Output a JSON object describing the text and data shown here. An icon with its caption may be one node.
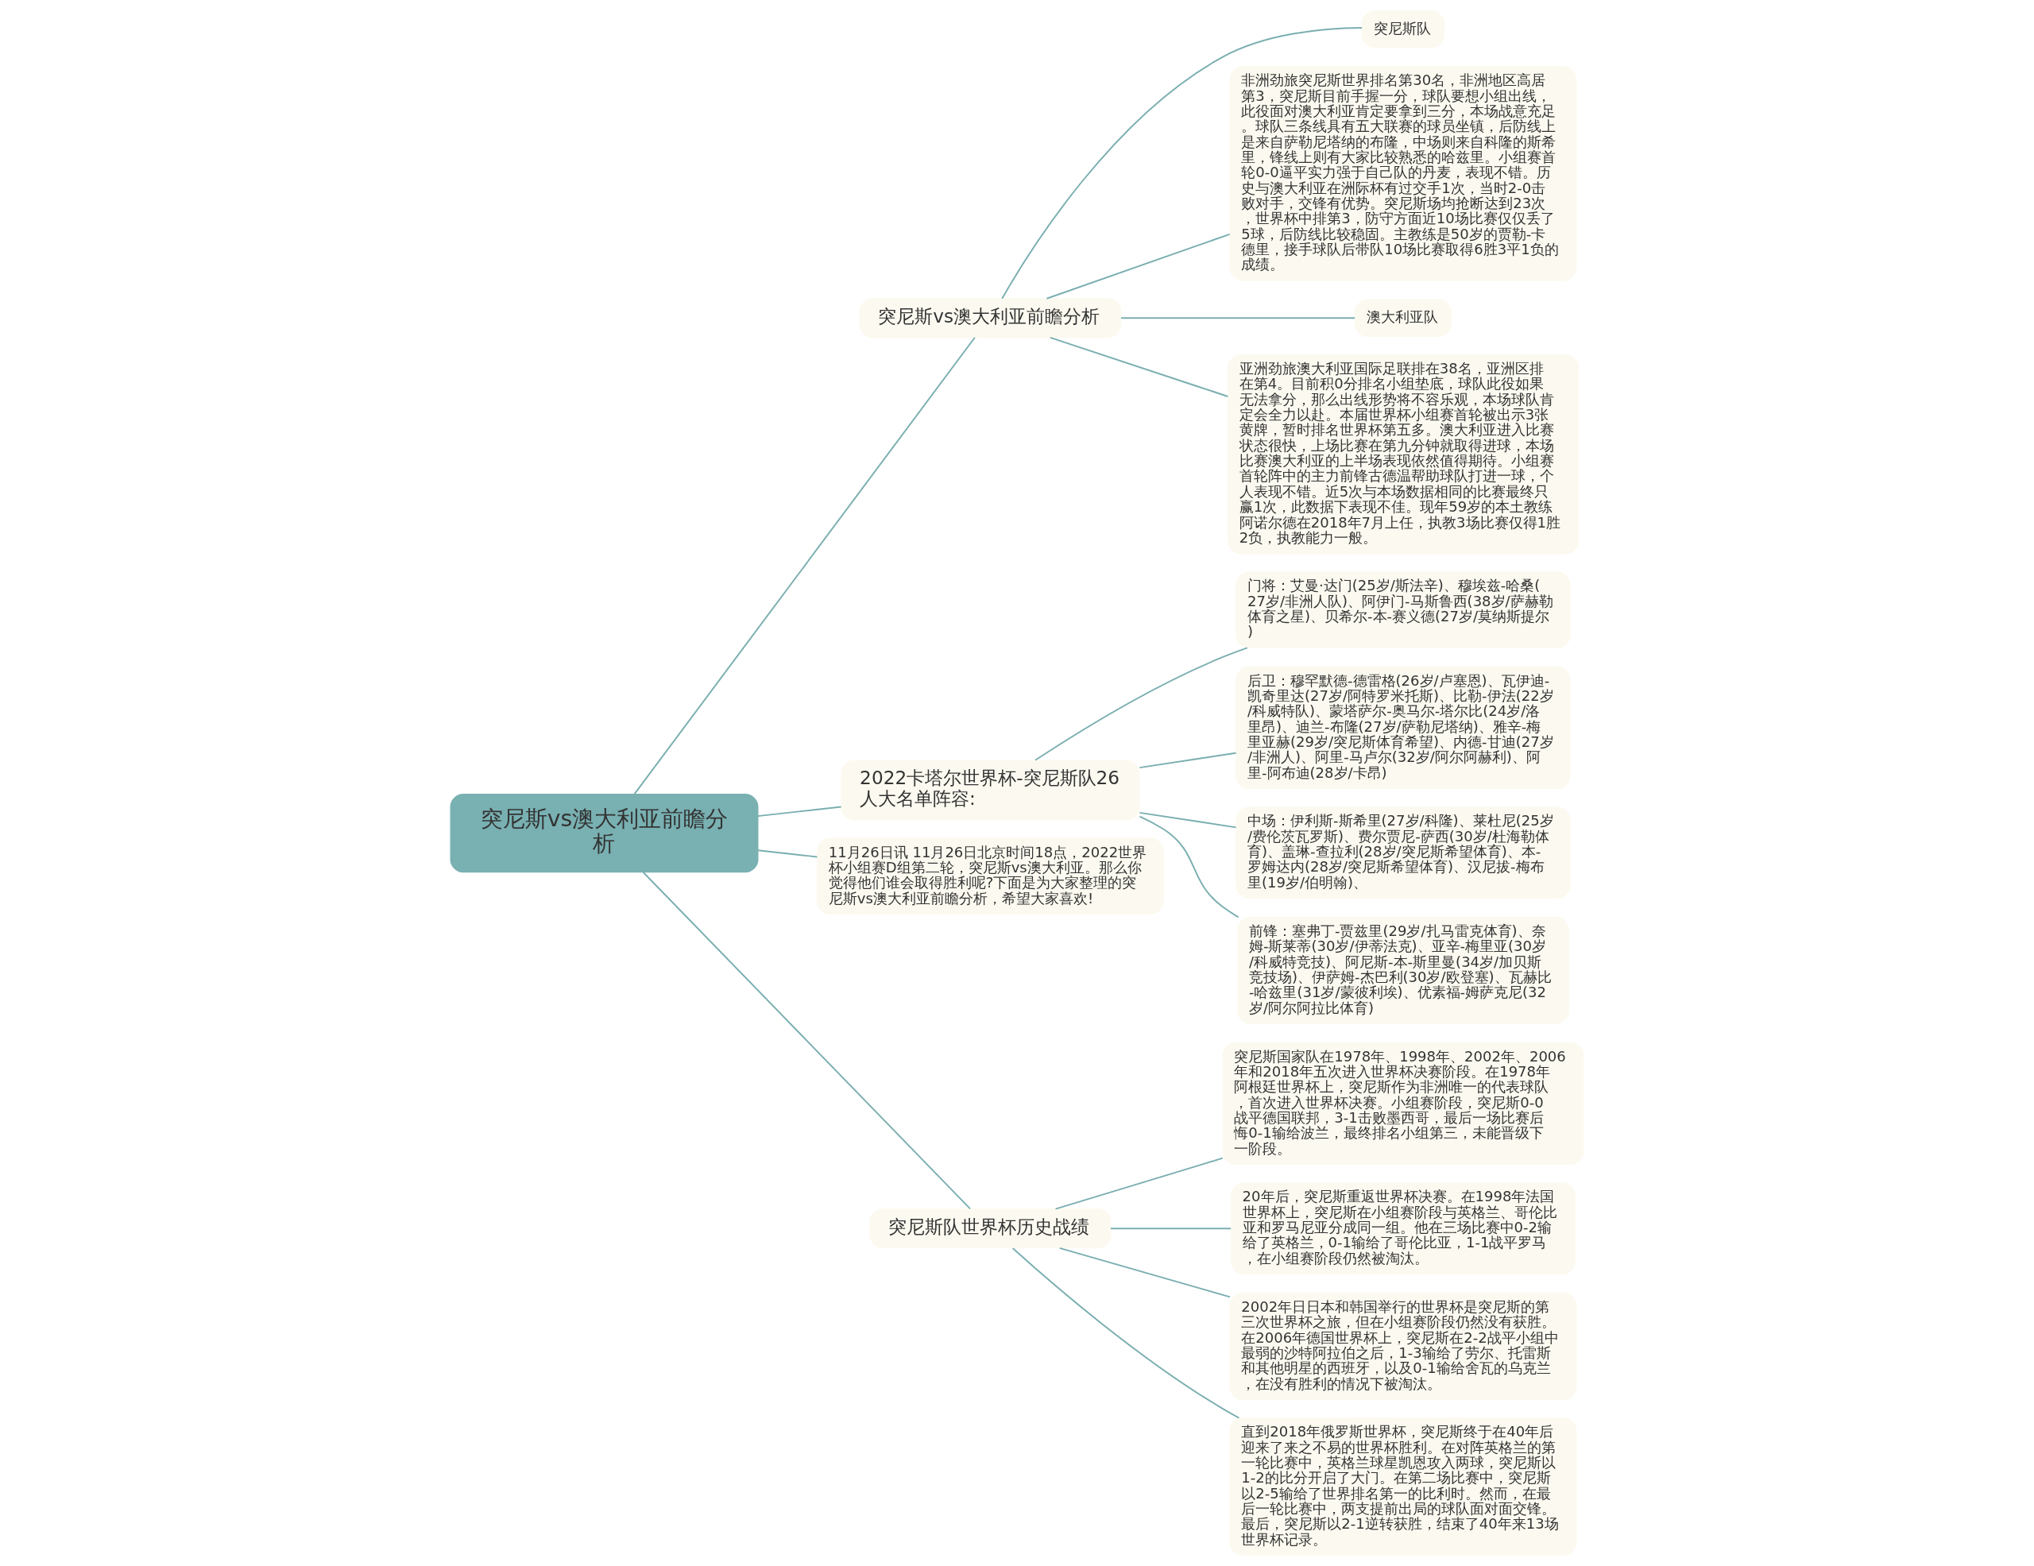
{
  "diagram": {
    "nodes": [
      {
        "text": [
          "突尼斯vs澳大利亚前瞻分析"
        ]
      },
      {
        "text": [
          "突尼斯vs澳大利亚前瞻分析"
        ]
      },
      {
        "text": [
          "突尼斯队"
        ]
      },
      {
        "text": [
          "非洲劲旅突尼斯世界排名第30名，非洲地区高居第3，突尼斯目前手握一分，球队要想小组出线，此役面对澳大利亚肯定要拿到三分，本场战意充足。球队三条线具有五大联赛的球员坐镇，后防线上是来自萨勒尼塔纳的布隆，中场则来自科隆的斯希里，锋线上则有大家比较熟悉的哈兹里。小组赛首轮0-0逼平实力强于自己队的丹麦，表现不错。历史与澳大利亚在洲际杯有过交手1次，当时2-0击败对手，交锋有优势。突尼斯场均抢断达到23次，世界杯中排第3，防守方面近10场比赛仅仅丢了5球，后防线比较稳固。主教练是50岁的贾勒-卡德里，接手球队后带队10场比赛取得6胜3平1负的成绩。"
        ]
      },
      {
        "text": [
          "澳大利亚队"
        ]
      },
      {
        "text": [
          "亚洲劲旅澳大利亚国际足联排在38名，亚洲区排在第4。目前积0分排名小组垫底，球队此役如果无法拿分，那么出线形势将不容乐观，本场球队肯定会全力以赴。本届世界杯小组赛首轮被出示3张黄牌，暂时排名世界杯第五多。澳大利亚进入比赛状态很快，上场比赛在第九分钟就取得进球，本场比赛澳大利亚的上半场表现依然值得期待。小组赛首轮阵中的主力前锋古德温帮助球队打进一球，个人表现不错。近5次与本场数据相同的比赛最终只赢1次，此数据下表现不佳。现年59岁的本土教练阿诺尔德在2018年7月上任，执教3场比赛仅得1胜2负，执教能力一般。"
        ]
      },
      {
        "text": [
          "2022卡塔尔世界杯-突尼斯队26人大名单阵容:"
        ]
      },
      {
        "text": [
          "门将：艾曼·达门(25岁/斯法辛)、穆埃兹-哈桑(27岁/非洲人队)、阿伊门-马斯鲁西(38岁/萨赫勒体育之星)、贝希尔-本-赛义德(27岁/莫纳斯提尔)"
        ]
      },
      {
        "text": [
          "后卫：穆罕默德-德雷格(26岁/卢塞恩)、瓦伊迪-凯奇里达(27岁/阿特罗米托斯)、比勒-伊法(22岁/科威特队)、蒙塔萨尔-奥马尔-塔尔比(24岁/洛里昂)、迪兰-布隆(27岁/萨勒尼塔纳)、雅辛-梅里亚赫(29岁/突尼斯体育希望)、内德-甘迪(27岁/非洲人)、阿里-马卢尔(32岁/阿尔阿赫利)、阿里-阿布迪(28岁/卡昂)"
        ]
      },
      {
        "text": [
          "中场：伊利斯-斯希里(27岁/科隆)、莱杜尼(25岁/费伦茨瓦罗斯)、费尔贾尼-萨西(30岁/杜海勒体育)、盖琳-查拉利(28岁/突尼斯希望体育)、本-罗姆达内(28岁/突尼斯希望体育)、汉尼拔-梅布里(19岁/伯明翰)、"
        ]
      },
      {
        "text": [
          "前锋：塞弗丁-贾兹里(29岁/扎马雷克体育)、奈姆-斯莱蒂(30岁/伊蒂法克)、亚辛-梅里亚(30岁/科威特竞技)、阿尼斯-本-斯里曼(34岁/加贝斯竞技场)、伊萨姆-杰巴利(30岁/欧登塞)、瓦赫比-哈兹里(31岁/蒙彼利埃)、优素福-姆萨克尼(32岁/阿尔阿拉比体育)"
        ]
      },
      {
        "text": [
          "11月26日讯 11月26日北京时间18点，2022世界杯小组赛D组第二轮，突尼斯vs澳大利亚。那么你觉得他们谁会取得胜利呢?下面是为大家整理的突尼斯vs澳大利亚前瞻分析，希望大家喜欢!"
        ]
      },
      {
        "text": [
          "突尼斯队世界杯历史战绩"
        ]
      },
      {
        "text": [
          "突尼斯国家队在1978年、1998年、2002年、2006年和2018年五次进入世界杯决赛阶段。在1978年阿根廷世界杯上，突尼斯作为非洲唯一的代表球队，首次进入世界杯决赛。小组赛阶段，突尼斯0-0战平德国联邦，3-1击败墨西哥，最后一场比赛后悔0-1输给波兰，最终排名小组第三，未能晋级下一阶段。"
        ]
      },
      {
        "text": [
          "20年后，突尼斯重返世界杯决赛。在1998年法国世界杯上，突尼斯在小组赛阶段与英格兰、哥伦比亚和罗马尼亚分成同一组。他在三场比赛中0-2输给了英格兰，0-1输给了哥伦比亚，1-1战平罗马，在小组赛阶段仍然被淘汰。"
        ]
      },
      {
        "text": [
          "2002年日日本和韩国举行的世界杯是突尼斯的第三次世界杯之旅，但在小组赛阶段仍然没有获胜。在2006年德国世界杯上，突尼斯在2-2战平小组中最弱的沙特阿拉伯之后，1-3输给了劳尔、托雷斯和其他明星的西班牙，以及0-1输给舍瓦的乌克兰，在没有胜利的情况下被淘汰。"
        ]
      },
      {
        "text": [
          "直到2018年俄罗斯世界杯，突尼斯终于在40年后迎来了来之不易的世界杯胜利。在对阵英格兰的第一轮比赛中，英格兰球星凯恩攻入两球，突尼斯以1-2的比分开启了大门。在第二场比赛中，突尼斯以2-5输给了世界排名第一的比利时。然而，在最后一轮比赛中，两支提前出局的球队面对面交锋。最后，突尼斯以2-1逆转获胜，结束了40年来13场世界杯记录。"
        ]
      }
    ],
    "edges": [
      {
        "from": 0,
        "to": 1,
        "arrow": "none"
      },
      {
        "from": 1,
        "to": 2,
        "arrow": "none"
      },
      {
        "from": 1,
        "to": 3,
        "arrow": "none"
      },
      {
        "from": 1,
        "to": 4,
        "arrow": "none"
      },
      {
        "from": 1,
        "to": 5,
        "arrow": "none"
      },
      {
        "from": 0,
        "to": 6,
        "arrow": "none"
      },
      {
        "from": 6,
        "to": 7,
        "arrow": "none"
      },
      {
        "from": 6,
        "to": 8,
        "arrow": "none"
      },
      {
        "from": 6,
        "to": 9,
        "arrow": "none"
      },
      {
        "from": 6,
        "to": 10,
        "arrow": "none"
      },
      {
        "from": 0,
        "to": 11,
        "arrow": "none"
      },
      {
        "from": 0,
        "to": 12,
        "arrow": "none"
      },
      {
        "from": 12,
        "to": 13,
        "arrow": "none"
      },
      {
        "from": 12,
        "to": 14,
        "arrow": "none"
      },
      {
        "from": 12,
        "to": 15,
        "arrow": "none"
      },
      {
        "from": 12,
        "to": 16,
        "arrow": "none"
      }
    ]
  }
}
